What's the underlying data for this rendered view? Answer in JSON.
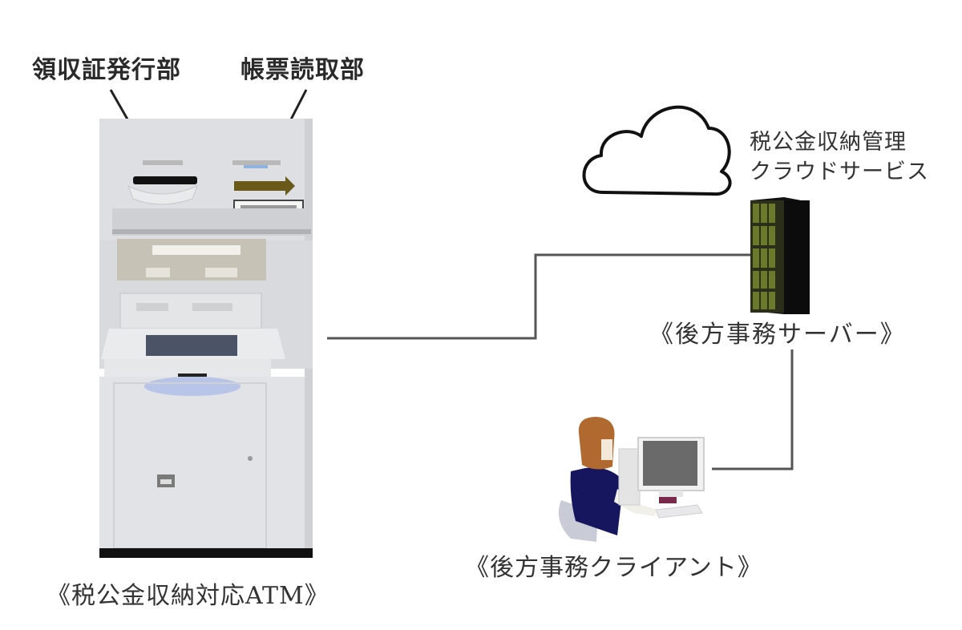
{
  "diagram": {
    "labels": {
      "receipt_issuer": "領収証発行部",
      "form_reader": "帳票読取部",
      "cloud_service_line1": "税公金収納管理",
      "cloud_service_line2": "クラウドサービス",
      "backoffice_server": "《後方事務サーバー》",
      "backoffice_client": "《後方事務クライアント》",
      "atm": "《税公金収納対応ATM》"
    },
    "nodes": [
      {
        "id": "atm",
        "icon": "atm-machine-icon"
      },
      {
        "id": "cloud",
        "icon": "cloud-icon"
      },
      {
        "id": "server",
        "icon": "server-rack-icon"
      },
      {
        "id": "client",
        "icon": "office-worker-computer-icon"
      }
    ],
    "edges": [
      {
        "from": "atm",
        "to": "server"
      },
      {
        "from": "server",
        "to": "client"
      }
    ],
    "colors": {
      "line": "#555555",
      "text": "#2a2a2a",
      "atm_body": "#e2e3e6",
      "server_panel": "#6b7a2a",
      "worker_hair": "#b06a30",
      "worker_shirt": "#16165e"
    }
  }
}
